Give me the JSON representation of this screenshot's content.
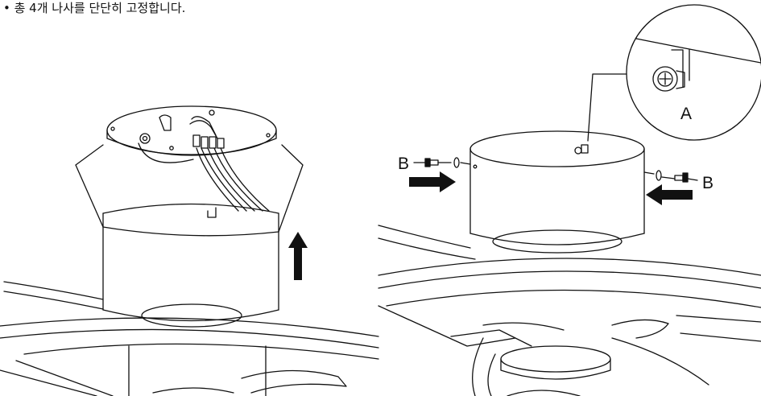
{
  "instruction": "• 총 4개 나사를 단단히 고정합니다.",
  "labels": {
    "detail": "A",
    "screw_left": "B",
    "screw_right": "B"
  },
  "colors": {
    "line": "#111111",
    "background": "#ffffff",
    "arrow": "#111111"
  },
  "icons": {
    "up_arrow": "arrow-up-icon",
    "right_arrow": "arrow-right-icon",
    "left_arrow": "arrow-left-icon"
  }
}
